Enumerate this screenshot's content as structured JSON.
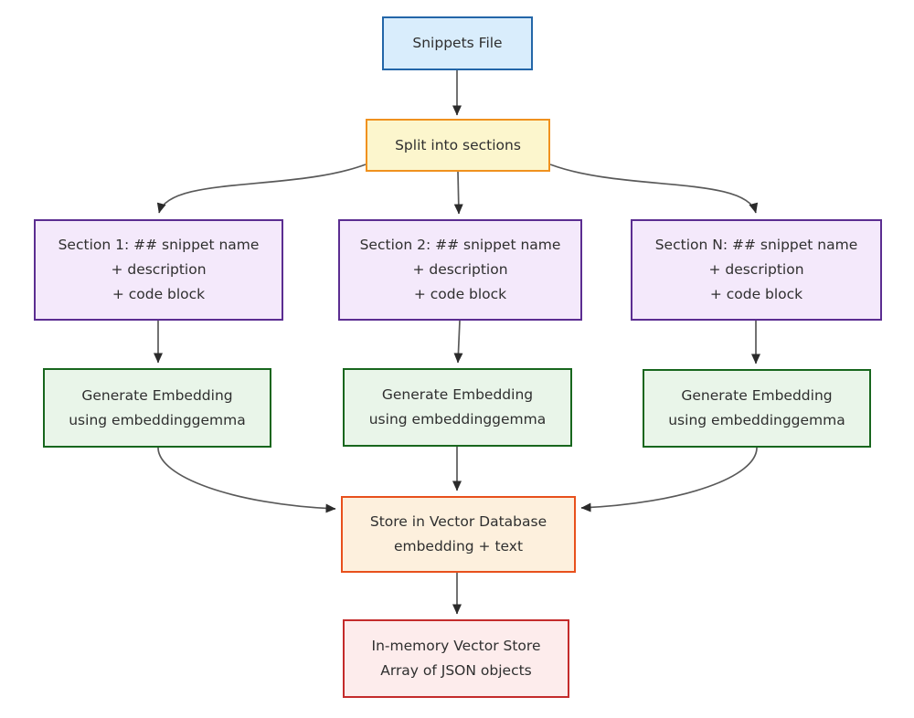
{
  "diagram": {
    "background": "#ffffff",
    "text_color": "#2f2f2f",
    "edge_line_color": "#595959",
    "arrowhead_color": "#2b2b2b",
    "nodes": {
      "snippets_file": {
        "lines": [
          "Snippets File"
        ],
        "fill": "#d9edfc",
        "border": "#2366a8"
      },
      "split": {
        "lines": [
          "Split into sections"
        ],
        "fill": "#fcf6cd",
        "border": "#f0911e"
      },
      "section_1": {
        "lines": [
          "Section 1: ## snippet name",
          "+ description",
          "+ code block"
        ],
        "fill": "#f4e9fb",
        "border": "#5b2d91"
      },
      "section_2": {
        "lines": [
          "Section 2: ## snippet name",
          "+ description",
          "+ code block"
        ],
        "fill": "#f4e9fb",
        "border": "#5b2d91"
      },
      "section_n": {
        "lines": [
          "Section N: ## snippet name",
          "+ description",
          "+ code block"
        ],
        "fill": "#f4e9fb",
        "border": "#5b2d91"
      },
      "generate_1": {
        "lines": [
          "Generate Embedding",
          "using embeddinggemma"
        ],
        "fill": "#e9f5e9",
        "border": "#17661d"
      },
      "generate_2": {
        "lines": [
          "Generate Embedding",
          "using embeddinggemma"
        ],
        "fill": "#e9f5e9",
        "border": "#17661d"
      },
      "generate_n": {
        "lines": [
          "Generate Embedding",
          "using embeddinggemma"
        ],
        "fill": "#e9f5e9",
        "border": "#17661d"
      },
      "store": {
        "lines": [
          "Store in Vector Database",
          "embedding + text"
        ],
        "fill": "#fdf0dd",
        "border": "#e8501c"
      },
      "in_memory": {
        "lines": [
          "In-memory Vector Store",
          "Array of JSON objects"
        ],
        "fill": "#fdecec",
        "border": "#c42b2b"
      }
    },
    "edges": [
      {
        "from": "snippets_file",
        "to": "split"
      },
      {
        "from": "split",
        "to": "section_1"
      },
      {
        "from": "split",
        "to": "section_2"
      },
      {
        "from": "split",
        "to": "section_n"
      },
      {
        "from": "section_1",
        "to": "generate_1"
      },
      {
        "from": "section_2",
        "to": "generate_2"
      },
      {
        "from": "section_n",
        "to": "generate_n"
      },
      {
        "from": "generate_1",
        "to": "store"
      },
      {
        "from": "generate_2",
        "to": "store"
      },
      {
        "from": "generate_n",
        "to": "store"
      },
      {
        "from": "store",
        "to": "in_memory"
      }
    ]
  }
}
